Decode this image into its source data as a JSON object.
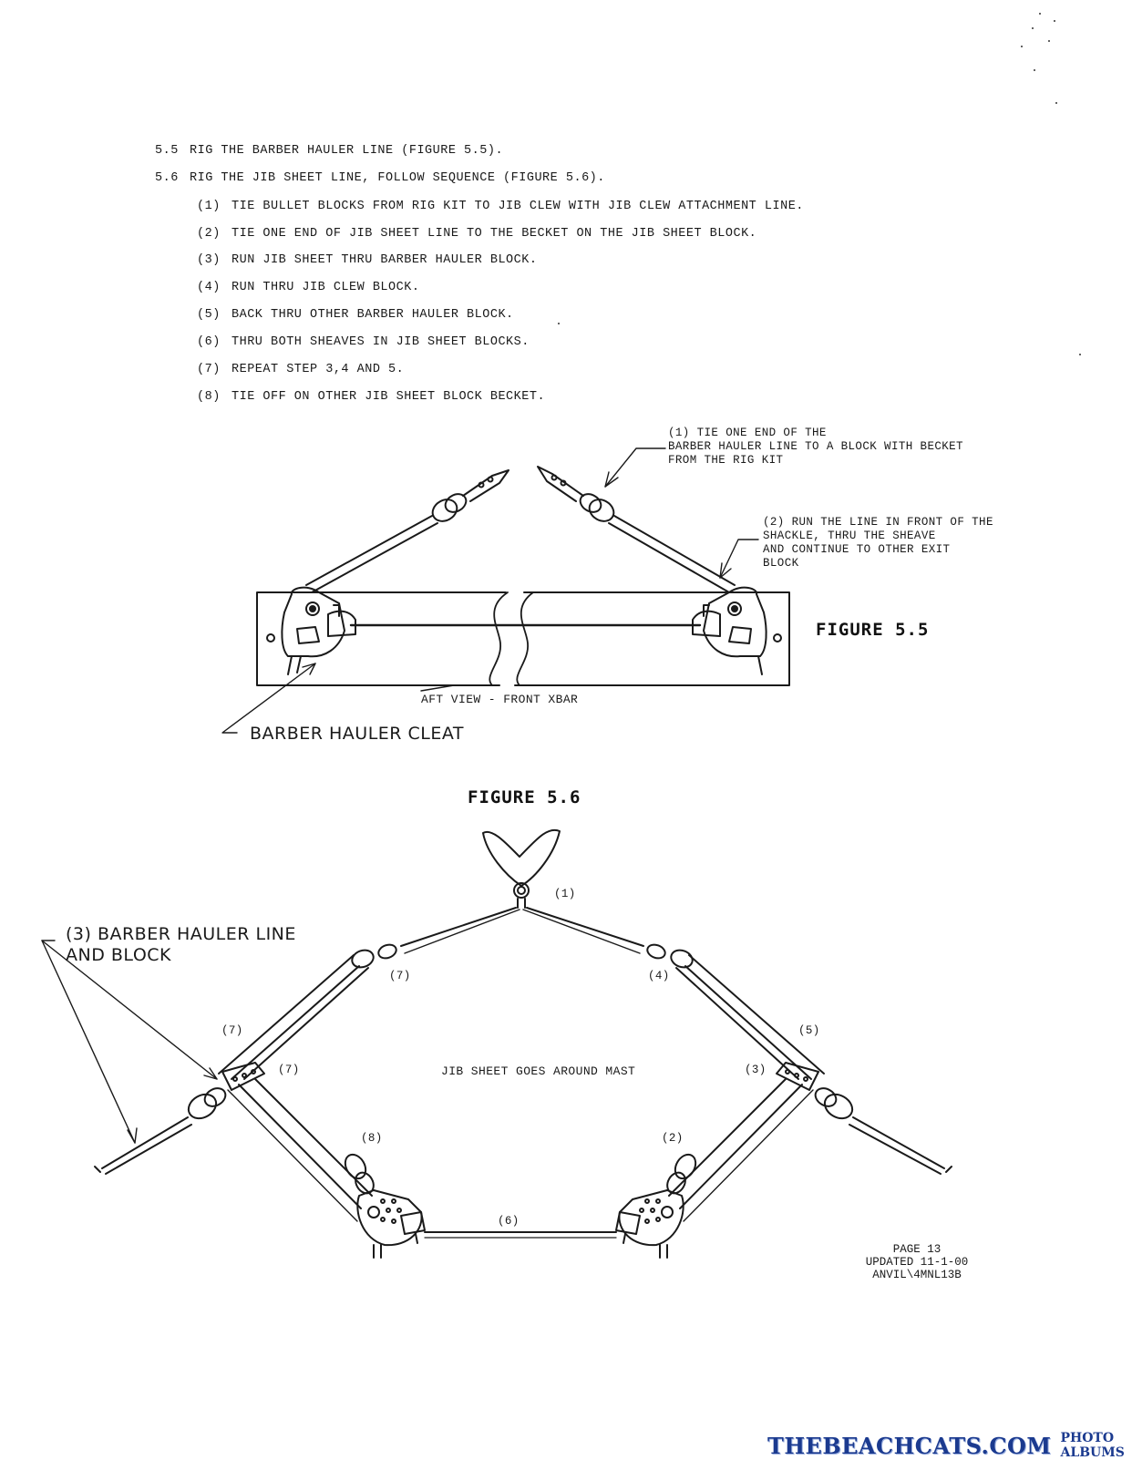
{
  "instructions": {
    "s55": {
      "num": "5.5",
      "text": "RIG THE BARBER HAULER LINE (FIGURE 5.5)."
    },
    "s56": {
      "num": "5.6",
      "text": "RIG THE JIB SHEET LINE, FOLLOW SEQUENCE (FIGURE 5.6)."
    },
    "steps": [
      {
        "num": "(1)",
        "text": "TIE BULLET BLOCKS FROM RIG KIT TO JIB CLEW WITH JIB CLEW ATTACHMENT LINE."
      },
      {
        "num": "(2)",
        "text": "TIE ONE END OF JIB SHEET LINE TO THE BECKET ON THE JIB SHEET BLOCK."
      },
      {
        "num": "(3)",
        "text": "RUN JIB SHEET THRU BARBER HAULER BLOCK."
      },
      {
        "num": "(4)",
        "text": "RUN THRU JIB CLEW BLOCK."
      },
      {
        "num": "(5)",
        "text": "BACK THRU OTHER BARBER HAULER BLOCK."
      },
      {
        "num": "(6)",
        "text": "THRU BOTH SHEAVES IN JIB SHEET BLOCKS."
      },
      {
        "num": "(7)",
        "text": "REPEAT STEP 3,4 AND 5."
      },
      {
        "num": "(8)",
        "text": "TIE OFF ON OTHER JIB SHEET BLOCK BECKET."
      }
    ]
  },
  "figure55": {
    "title": "FIGURE 5.5",
    "callout1": "(1) TIE ONE END OF THE\nBARBER HAULER LINE TO A BLOCK WITH BECKET\nFROM THE RIG KIT",
    "callout2": "(2) RUN THE LINE IN FRONT OF THE\nSHACKLE, THRU THE SHEAVE\nAND CONTINUE TO OTHER EXIT\nBLOCK",
    "view_caption": "AFT VIEW - FRONT XBAR",
    "cleat_label": "BARBER HAULER CLEAT"
  },
  "figure56": {
    "title": "FIGURE 5.6",
    "barber_label": "(3) BARBER HAULER LINE\nAND BLOCK",
    "center_text": "JIB SHEET GOES AROUND MAST",
    "labels": {
      "l1": "(1)",
      "l7a": "(7)",
      "l4": "(4)",
      "l7b": "(7)",
      "l5": "(5)",
      "l7c": "(7)",
      "l3": "(3)",
      "l8": "(8)",
      "l2": "(2)",
      "l6": "(6)"
    }
  },
  "footer": {
    "page": "PAGE 13",
    "updated": "UPDATED 11-1-00",
    "ref": "ANVIL\\4MNL13B"
  },
  "watermark": {
    "main": "THEBEACHCATS.COM",
    "sub": "PHOTO ALBUMS"
  },
  "colors": {
    "ink": "#1a1a1a",
    "brand": "#1b3a8f"
  }
}
